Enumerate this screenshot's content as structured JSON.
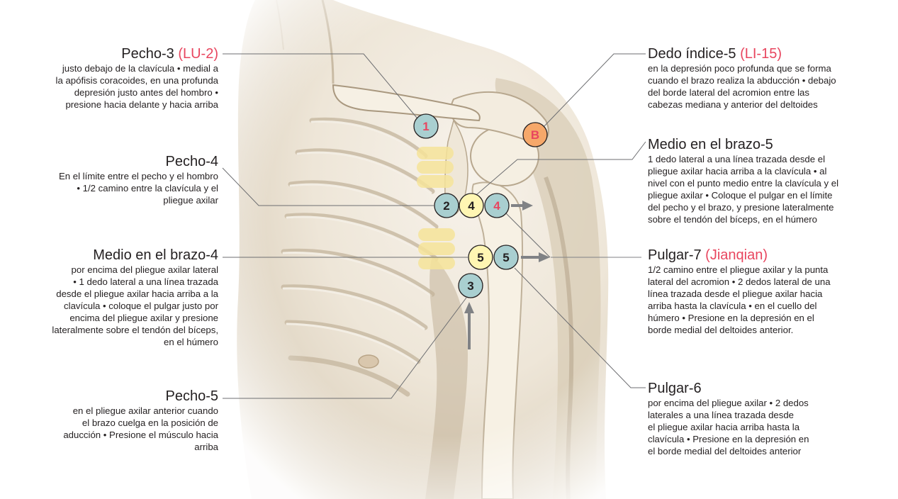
{
  "colors": {
    "accent_code": "#e8465f",
    "leader_line": "#6d6e71",
    "marker_teal": "#a9cfd0",
    "marker_yellow": "#fff6b3",
    "marker_orange": "#f6a86a",
    "marker_number_dark": "#231f20",
    "marker_number_red": "#e8465f",
    "arrow": "#808285",
    "skin_light": "#f2ece2",
    "skin_shadow": "#b9ab95",
    "finger_yellow": "#f6e49a"
  },
  "annotations": {
    "pecho3": {
      "title": "Pecho-3",
      "code": "(LU-2)",
      "lines": [
        "justo debajo de la clavícula • medial a",
        "la apófisis coracoides, en una profunda",
        "depresión justo antes del hombro •",
        "presione hacia delante y hacia arriba"
      ]
    },
    "pecho4": {
      "title": "Pecho-4",
      "code": "",
      "lines": [
        "En el límite entre el pecho y el hombro",
        "• 1/2 camino entre la clavícula y el",
        "pliegue axilar"
      ]
    },
    "medio4": {
      "title": "Medio en el brazo-4",
      "code": "",
      "lines": [
        "por encima del pliegue axilar lateral",
        "• 1 dedo lateral a una línea trazada",
        "desde el pliegue axilar hacia arriba a la",
        "clavícula • coloque el pulgar justo por",
        "encima del pliegue axilar y presione",
        "lateralmente sobre el tendón del bíceps,",
        "en el húmero"
      ]
    },
    "pecho5": {
      "title": "Pecho-5",
      "code": "",
      "lines": [
        "en el pliegue axilar anterior cuando",
        "el brazo cuelga en la posición de",
        "aducción • Presione el músculo hacia",
        "arriba"
      ]
    },
    "dedo5": {
      "title": "Dedo índice-5",
      "code": "(LI-15)",
      "lines": [
        "en la depresión poco profunda que se forma",
        "cuando el brazo realiza la abducción • debajo",
        "del borde lateral del acromion entre las",
        "cabezas mediana y anterior del deltoides"
      ]
    },
    "medio5": {
      "title": "Medio en el brazo-5",
      "code": "",
      "lines": [
        "1 dedo lateral a una línea trazada desde el",
        "pliegue axilar hacia arriba a la clavícula • al",
        "nivel con el punto medio entre la clavícula y el",
        "pliegue axilar • Coloque el pulgar en el límite",
        "del pecho y el brazo, y presione lateralmente",
        "sobre el tendón del bíceps, en el húmero"
      ]
    },
    "pulgar7": {
      "title": "Pulgar-7",
      "code": "(Jianqian)",
      "lines": [
        "1/2 camino entre el pliegue axilar y la punta",
        "lateral del acromion • 2 dedos lateral de una",
        "línea trazada desde el pliegue axilar hacia",
        "arriba hasta la clavícula • en el cuello del",
        "húmero • Presione en la depresión en el",
        "borde medial del deltoides anterior."
      ]
    },
    "pulgar6": {
      "title": "Pulgar-6",
      "code": "",
      "lines": [
        "por encima del pliegue axilar • 2 dedos",
        "laterales a una línea trazada desde",
        "el pliegue axilar hacia arriba hasta la",
        "clavícula • Presione en la depresión en",
        "el borde medial del deltoides anterior"
      ]
    }
  },
  "markers": [
    {
      "label": "1",
      "style": "teal",
      "text_color": "red"
    },
    {
      "label": "B",
      "style": "orange",
      "text_color": "red"
    },
    {
      "label": "2",
      "style": "teal",
      "text_color": "dark"
    },
    {
      "label": "4",
      "style": "yellow",
      "text_color": "dark"
    },
    {
      "label": "4",
      "style": "teal",
      "text_color": "red"
    },
    {
      "label": "5",
      "style": "yellow",
      "text_color": "dark"
    },
    {
      "label": "5",
      "style": "teal",
      "text_color": "dark"
    },
    {
      "label": "3",
      "style": "teal",
      "text_color": "dark"
    }
  ]
}
